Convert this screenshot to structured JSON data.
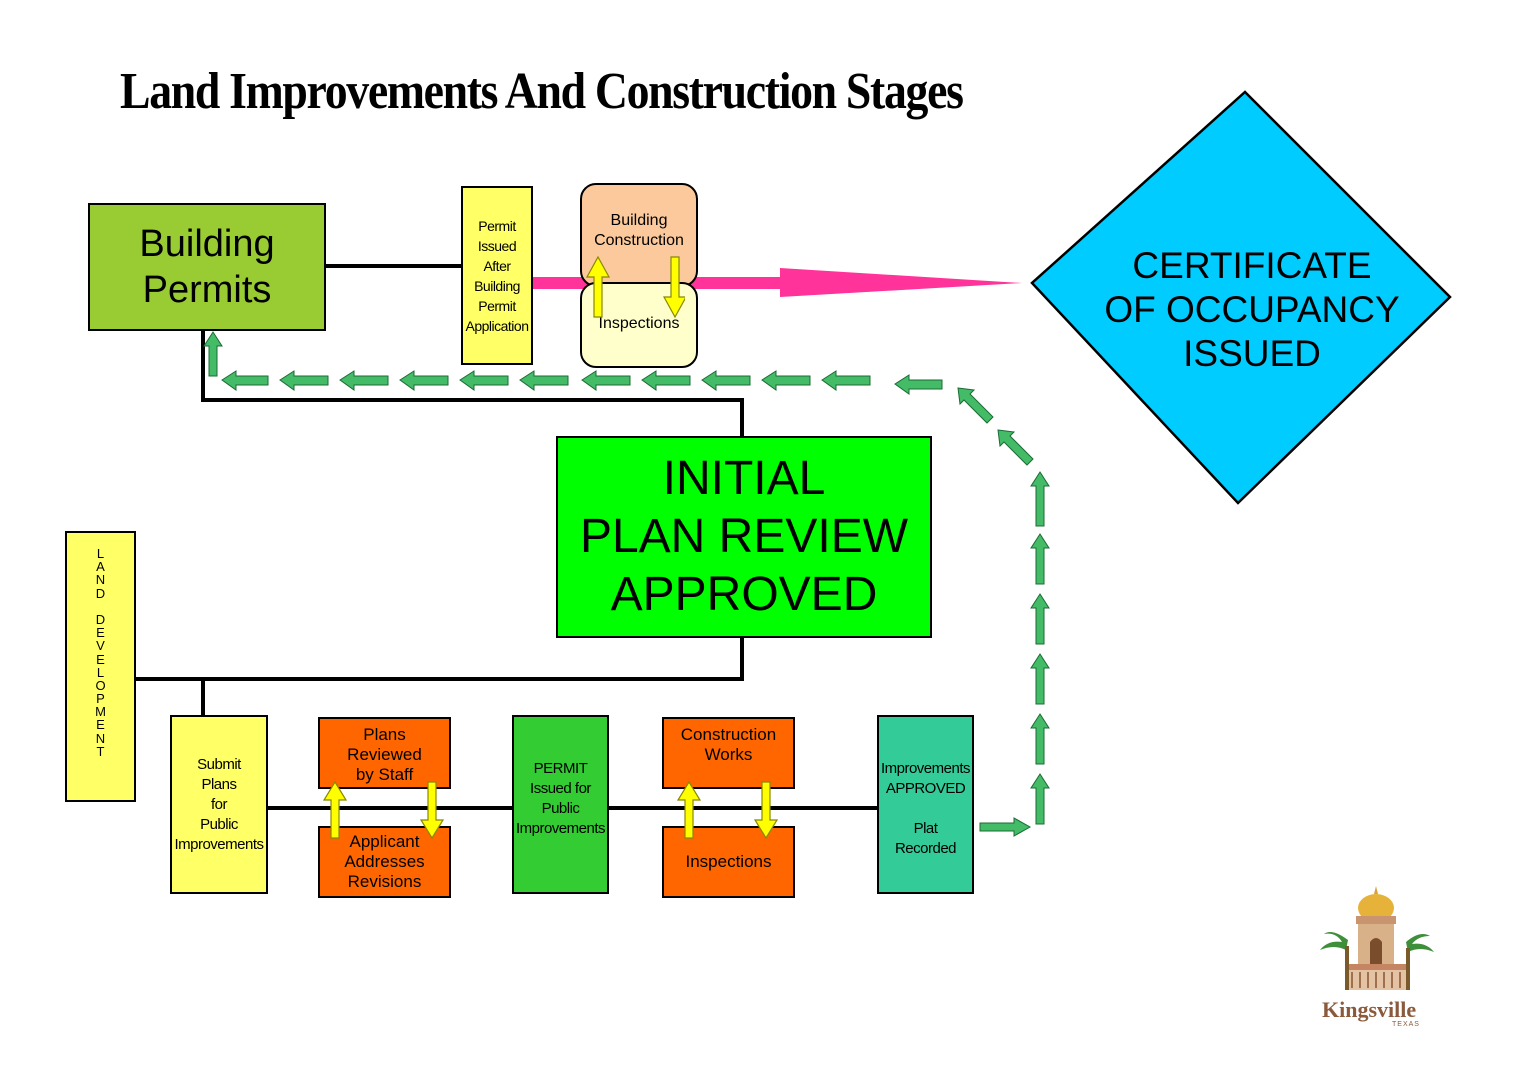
{
  "title": "Land Improvements And Construction Stages",
  "colors": {
    "building_permits": "#99cc33",
    "permit_yellow": "#ffff66",
    "building_construction": "#fbc99b",
    "inspections_light": "#ffffcc",
    "certificate_diamond": "#00ccff",
    "initial_review": "#00ff00",
    "orange_box": "#ff6600",
    "permit_green": "#33cc33",
    "improvements_teal": "#33cc99",
    "pink_arrow": "#ff3399",
    "dashed_arrow": "#44bb66"
  },
  "nodes": {
    "building_permits": "Building\nPermits",
    "permit_issued": "Permit\nIssued\nAfter\nBuilding\nPermit\nApplication",
    "building_construction": "Building\nConstruction",
    "inspections_top": "Inspections",
    "certificate": "CERTIFICATE\nOF OCCUPANCY\nISSUED",
    "initial_review": "INITIAL\nPLAN REVIEW\nAPPROVED",
    "land_development": "LAND DEVELOPMENT",
    "submit_plans": "Submit\nPlans\nfor\nPublic\nImprovements",
    "plans_reviewed": "Plans\nReviewed\nby Staff",
    "applicant_revisions": "Applicant\nAddresses\nRevisions",
    "permit_public": "PERMIT\nIssued for\nPublic\nImprovements",
    "construction_works": "Construction\nWorks",
    "inspections_bottom": "Inspections",
    "improvements_approved": "Improvements\nAPPROVED\n\nPlat\nRecorded"
  },
  "logo": {
    "name": "Kingsville",
    "sub": "TEXAS",
    "icon": "city-hall-dome-palm-logo"
  }
}
